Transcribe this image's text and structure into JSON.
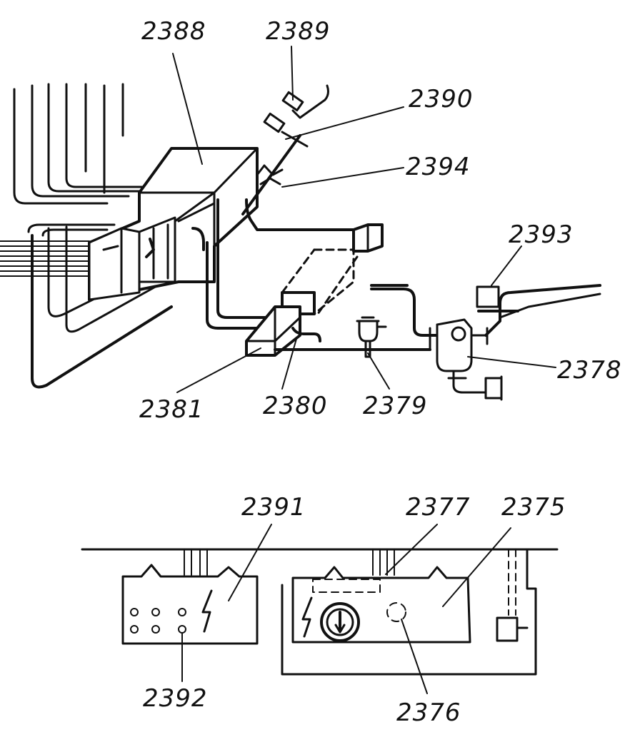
{
  "labels": {
    "l2388": "2388",
    "l2389": "2389",
    "l2390": "2390",
    "l2394": "2394",
    "l2393": "2393",
    "l2378": "2378",
    "l2381": "2381",
    "l2380": "2380",
    "l2379": "2379",
    "l2391": "2391",
    "l2377": "2377",
    "l2375": "2375",
    "l2392": "2392",
    "l2376": "2376"
  },
  "colors": {
    "ink": "#111111",
    "paper": "#ffffff"
  },
  "icons": [
    "lightning-icon",
    "lightning-icon",
    "gauge-icon"
  ]
}
